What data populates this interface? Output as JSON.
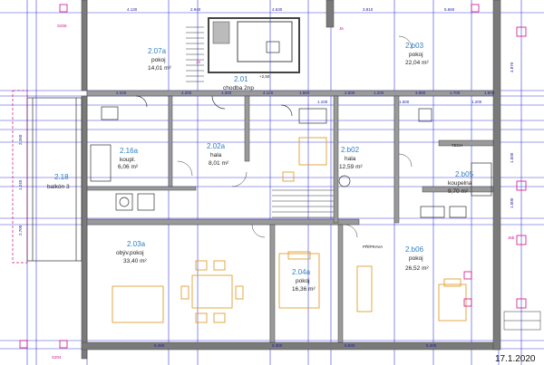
{
  "rooms": [
    {
      "id": "2.07a",
      "name": "pokoj",
      "area": "14,01 m²"
    },
    {
      "id": "2.01",
      "name": "chodba 2np",
      "area": ""
    },
    {
      "id": "2.b03",
      "name": "pokoj",
      "area": "22,04 m²"
    },
    {
      "id": "2.16a",
      "name": "koupl.",
      "area": "6,06 m²"
    },
    {
      "id": "2.18",
      "name": "balkón 3",
      "area": ""
    },
    {
      "id": "2.02a",
      "name": "hala",
      "area": "8,01 m²"
    },
    {
      "id": "2.b02",
      "name": "hala",
      "area": "12,59 m²"
    },
    {
      "id": "2.b05",
      "name": "koupelna",
      "area": "9,70 m²"
    },
    {
      "id": "2.03a",
      "name": "obýv.pokoj",
      "area": "33,40 m²"
    },
    {
      "id": "2.04a",
      "name": "pokoj",
      "area": "16,36 m²"
    },
    {
      "id": "2.b06",
      "name": "pokoj",
      "area": "26,52 m²"
    }
  ],
  "labels": {
    "date": "17.1.2020",
    "pripravna": "PŘÍPRAVA",
    "tech": "TECH",
    "stair_area": "+2,50",
    "s206": "S206",
    "s204": "S204",
    "j6": "J6",
    "j6b": "J6b",
    "j3": "J3"
  },
  "dimensions": {
    "top": [
      "4.130",
      "2.940",
      "4.530",
      "3.810",
      "5.660"
    ],
    "mid": [
      "2.340",
      "4.200",
      "1.300",
      "4.120",
      "1.500",
      "1.100",
      "2.600",
      "1.200",
      "1.500",
      "3.980",
      "1.700",
      "1.200",
      "1.500"
    ],
    "bottom": [
      "6.460",
      "5.300",
      "5.830",
      "5.400"
    ],
    "left": [
      "2.260",
      "1.240",
      "2.700"
    ],
    "right": [
      "4.870",
      "1.500",
      "1.000"
    ]
  },
  "colors": {
    "wall": "#6f6f6f",
    "grid": "#2a2ad6",
    "room_label": "#2f7fc4",
    "accent": "#d0108a",
    "furniture": "#e0a030"
  }
}
